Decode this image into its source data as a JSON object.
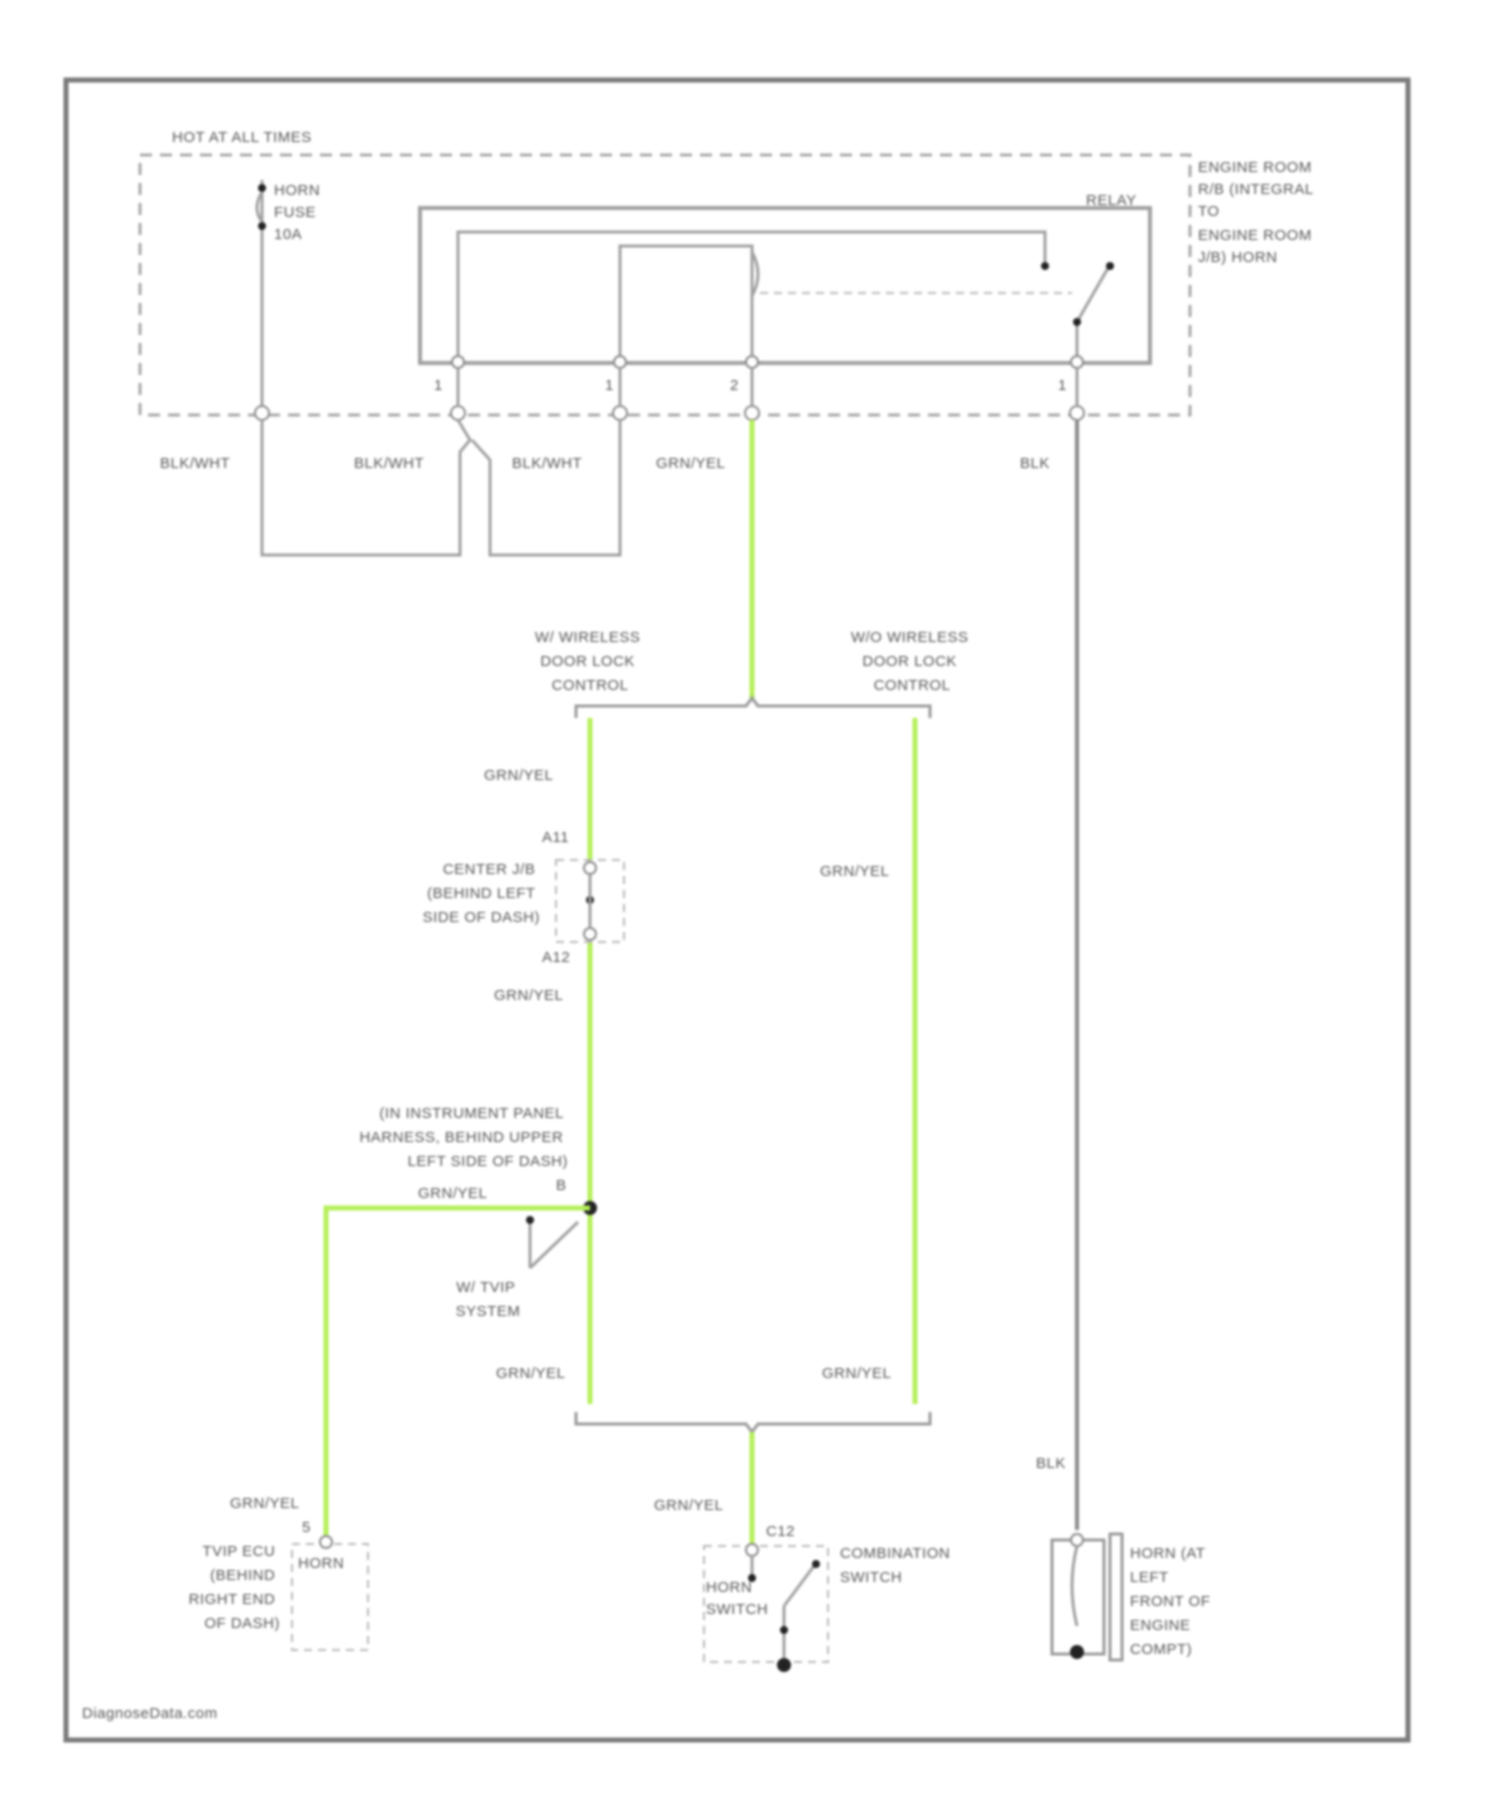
{
  "diagram": {
    "labels": {
      "hot_at_all_times": "HOT AT ALL TIMES",
      "horn_fuse_line1": "HORN",
      "horn_fuse_line2": "FUSE",
      "horn_fuse_line3": "10A",
      "relay": "RELAY",
      "engine_room_rb_line1": "ENGINE ROOM",
      "engine_room_rb_line2": "R/B (INTEGRAL",
      "engine_room_rb_line3": "TO",
      "engine_room_rb_line4": "ENGINE ROOM",
      "engine_room_rb_line5": "J/B) HORN",
      "pin_1a": "1",
      "pin_1b": "1",
      "pin_2": "2",
      "pin_1c": "1",
      "wire_blk_wht_1": "BLK/WHT",
      "wire_blk_wht_2": "BLK/WHT",
      "wire_blk_wht_3": "BLK/WHT",
      "wire_grn_yel_top": "GRN/YEL",
      "wire_blk_top": "BLK",
      "w_wireless_line1": "W/ WIRELESS",
      "w_wireless_line2": "DOOR LOCK",
      "w_wireless_line3": "CONTROL",
      "wo_wireless_line1": "W/O WIRELESS",
      "wo_wireless_line2": "DOOR LOCK",
      "wo_wireless_line3": "CONTROL",
      "wire_grn_yel_left1": "GRN/YEL",
      "conn_a11_top": "A11",
      "center_jb_line1": "CENTER J/B",
      "center_jb_line2": "(BEHIND LEFT",
      "center_jb_line3": "SIDE OF DASH)",
      "conn_a12": "A12",
      "wire_grn_yel_right1": "GRN/YEL",
      "wire_grn_yel_left2": "GRN/YEL",
      "harness_line1": "(IN INSTRUMENT PANEL",
      "harness_line2": "HARNESS, BEHIND UPPER",
      "harness_line3": "LEFT SIDE OF DASH)",
      "splice_b": "B",
      "wire_grn_yel_splice": "GRN/YEL",
      "w_tvip_line1": "W/ TVIP",
      "w_tvip_line2": "SYSTEM",
      "wire_grn_yel_left3": "GRN/YEL",
      "wire_grn_yel_right2": "GRN/YEL",
      "wire_blk_bottom": "BLK",
      "wire_grn_yel_tvip": "GRN/YEL",
      "pin_5": "5",
      "tvip_ecu_line1": "TVIP ECU",
      "tvip_ecu_line2": "(BEHIND",
      "tvip_ecu_line3": "RIGHT END",
      "tvip_ecu_line4": "OF DASH)",
      "tvip_horn": "HORN",
      "wire_grn_yel_switch": "GRN/YEL",
      "pin_c12": "C12",
      "combination_switch_line1": "COMBINATION",
      "combination_switch_line2": "SWITCH",
      "horn_switch_line1": "HORN",
      "horn_switch_line2": "SWITCH",
      "horn_line1": "HORN (AT",
      "horn_line2": "LEFT",
      "horn_line3": "FRONT OF",
      "horn_line4": "ENGINE",
      "horn_line5": "COMPT)",
      "watermark": "DiagnoseData.com"
    },
    "colors": {
      "frame": "#7a7a7a",
      "wire": "#8a8a8a",
      "wire_grn_yel": "#b6ef5a",
      "text": "#555555",
      "node": "#222222"
    }
  }
}
